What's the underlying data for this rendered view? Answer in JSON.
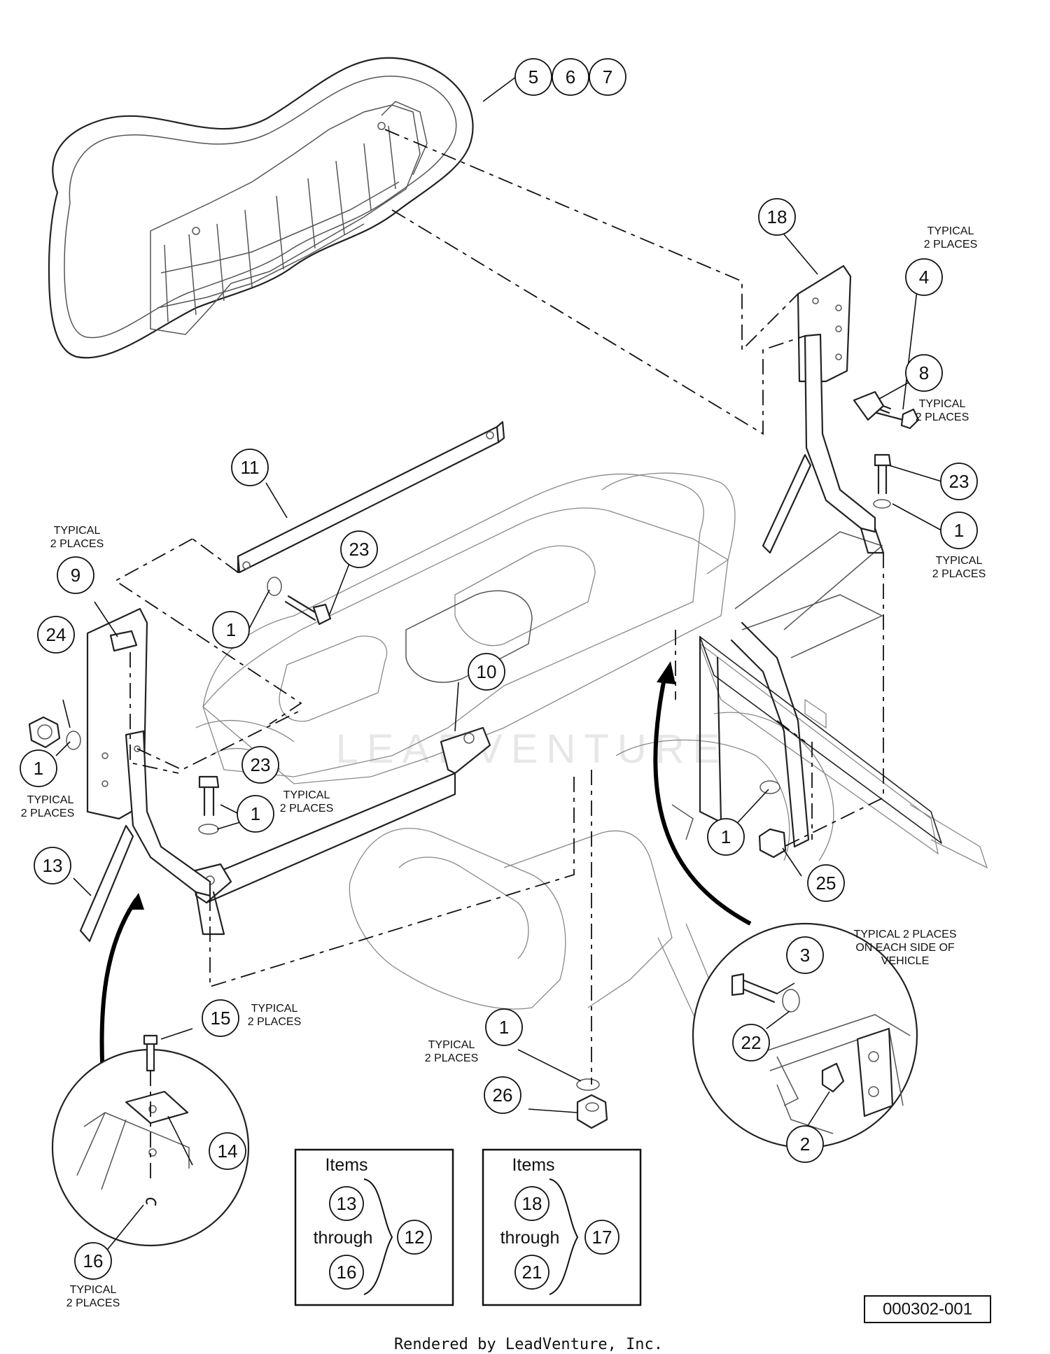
{
  "callouts": {
    "c5": "5",
    "c6": "6",
    "c7": "7",
    "c18": "18",
    "c4": "4",
    "c8": "8",
    "c23a": "23",
    "c1a": "1",
    "c11": "11",
    "c23b": "23",
    "c1b": "1",
    "c9": "9",
    "c24": "24",
    "c1c": "1",
    "c10": "10",
    "c23c": "23",
    "c1d": "1",
    "c13": "13",
    "c1e": "1",
    "c25": "25",
    "c3": "3",
    "c22": "22",
    "c2": "2",
    "c15": "15",
    "c14": "14",
    "c16": "16",
    "c1f": "1",
    "c26": "26",
    "b1_13": "13",
    "b1_16": "16",
    "b1_12": "12",
    "b2_18": "18",
    "b2_21": "21",
    "b2_17": "17"
  },
  "notes": {
    "typical_2_places": [
      "TYPICAL",
      "2 PLACES"
    ],
    "each_side": [
      "TYPICAL 2 PLACES",
      "ON EACH SIDE OF",
      "VEHICLE"
    ]
  },
  "boxes": {
    "items_label": "Items",
    "through_label": "through"
  },
  "drawing_number": "000302-001",
  "footer": "Rendered by LeadVenture, Inc.",
  "watermark": "LEADVENTURE"
}
